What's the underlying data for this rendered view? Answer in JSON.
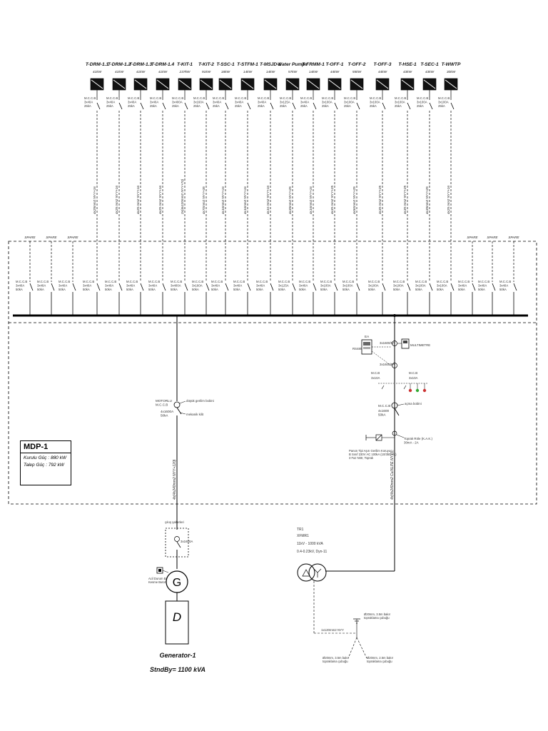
{
  "feeders": [
    {
      "name": "T-DRM-1.1",
      "power": "41kW",
      "breaker_type": "M.C.C.B",
      "breaker_rating": "3x40A\n25kA",
      "cable": "4x25mm2 NYY+16"
    },
    {
      "name": "T-DRM-1.2",
      "power": "41kW",
      "breaker_type": "M.C.C.B",
      "breaker_rating": "3x40A\n25kA",
      "cable": "4x25 mm2 NYY+16"
    },
    {
      "name": "T-DRM-1.3",
      "power": "41kW",
      "breaker_type": "M.C.C.B",
      "breaker_rating": "3x40A\n25kA",
      "cable": "4x25 mm2 NYY+16"
    },
    {
      "name": "T-DRM-1.4",
      "power": "41kW",
      "breaker_type": "M.C.C.B",
      "breaker_rating": "3x40A\n25kA",
      "cable": "4x25 mm2 NYY+16"
    },
    {
      "name": "T-KIT-1",
      "power": "237kW",
      "breaker_type": "M.C.C.B",
      "breaker_rating": "3x400A\n25kA",
      "cable": "2x(4x120mm2 NYY+70)"
    },
    {
      "name": "T-KIT-2",
      "power": "91kW",
      "breaker_type": "M.C.C.B",
      "breaker_rating": "3x160A\n25kA",
      "cable": "4x70mm2 NYY+35"
    },
    {
      "name": "T-SSC-1",
      "power": "18kW",
      "breaker_type": "M.C.C.B",
      "breaker_rating": "3x40A\n25kA",
      "cable": "4x16mm2 NYY+16"
    },
    {
      "name": "T-STFM-1",
      "power": "14kW",
      "breaker_type": "M.C.C.B",
      "breaker_rating": "3x40A\n25kA",
      "cable": "4x16mm2 NYY+16"
    },
    {
      "name": "T-MSJD-1",
      "power": "14kW",
      "breaker_type": "M.C.C.B",
      "breaker_rating": "3x40A\n25kA",
      "cable": "4x16 mm2 NYY+16"
    },
    {
      "name": "Water Pumps",
      "power": "57kW",
      "breaker_type": "M.C.C.B",
      "breaker_rating": "3x125A\n25kA",
      "cable": "4x35mm2 NYY+25"
    },
    {
      "name": "T-FRMM-1",
      "power": "14kW",
      "breaker_type": "M.C.C.B",
      "breaker_rating": "3x40A\n25kA",
      "cable": "4x16mm2 NYY+16"
    },
    {
      "name": "T-OFF-1",
      "power": "44kW",
      "breaker_type": "M.C.C.B",
      "breaker_rating": "3x100A\n25kA",
      "cable": "4x35 mm2 NYY+25"
    },
    {
      "name": "T-OFF-2",
      "power": "55kW",
      "breaker_type": "M.C.C.B",
      "breaker_rating": "3x100A\n25kA",
      "cable": "4x50mm2 NYY+25"
    },
    {
      "name": "T-OFF-3",
      "power": "44kW",
      "breaker_type": "M.C.C.B",
      "breaker_rating": "3x100A\n25kA",
      "cable": "4x35 mm2 NYY+25"
    },
    {
      "name": "T-HSE-1",
      "power": "43kW",
      "breaker_type": "M.C.C.B",
      "breaker_rating": "3x100A\n25kA",
      "cable": "4x35 mm2 NYY+25"
    },
    {
      "name": "T-SEC-1",
      "power": "43kW",
      "breaker_type": "M.C.C.B",
      "breaker_rating": "3x100A\n25kA",
      "cable": "4x35mm2 NYY+25"
    },
    {
      "name": "T-WWTP",
      "power": "30kW",
      "breaker_type": "M.C.C.B",
      "breaker_rating": "3x100A\n25kA",
      "cable": "4x25 mm2 NYY+16"
    }
  ],
  "panel_breakers": [
    {
      "type": "M.C.C.B",
      "rating": "3x40A\n50kA"
    },
    {
      "type": "M.C.C.B",
      "rating": "3x40A\n50kA"
    },
    {
      "type": "M.C.C.B",
      "rating": "3x40A\n50kA"
    },
    {
      "type": "M.C.C.B",
      "rating": "3x40A\n50kA"
    },
    {
      "type": "M.C.C.B",
      "rating": "3x40A\n50kA"
    },
    {
      "type": "M.C.C.B",
      "rating": "3x40A\n50kA"
    },
    {
      "type": "M.C.C.B",
      "rating": "3x40A\n50kA"
    },
    {
      "type": "M.C.C.B",
      "rating": "3x400A\n50kA"
    },
    {
      "type": "M.C.C.B",
      "rating": "3x160A\n50kA"
    },
    {
      "type": "M.C.C.B",
      "rating": "3x40A\n50kA"
    },
    {
      "type": "M.C.C.B",
      "rating": "3x40A\n50kA"
    },
    {
      "type": "M.C.C.B",
      "rating": "3x40A\n50kA"
    },
    {
      "type": "M.C.C.B",
      "rating": "3x125A\n50kA"
    },
    {
      "type": "M.C.C.B",
      "rating": "3x40A\n50kA"
    },
    {
      "type": "M.C.C.B",
      "rating": "3x100A\n50kA"
    },
    {
      "type": "M.C.C.B",
      "rating": "3x100A\n50kA"
    },
    {
      "type": "M.C.C.B",
      "rating": "3x100A\n50kA"
    },
    {
      "type": "M.C.C.B",
      "rating": "3x100A\n50kA"
    },
    {
      "type": "M.C.C.B",
      "rating": "3x100A\n50kA"
    },
    {
      "type": "M.C.C.B",
      "rating": "3x100A\n50kA"
    },
    {
      "type": "M.C.C.B",
      "rating": "3x40A\n50kA"
    },
    {
      "type": "M.C.C.B",
      "rating": "3x40A\n50kA"
    },
    {
      "type": "M.C.C.B",
      "rating": "3x40A\n50kA"
    }
  ],
  "spare_label": "SPARE",
  "panel": {
    "title": "MDP-1",
    "installed_label": "Kurulu Güç",
    "installed_value": ": 880 kW",
    "demand_label": "Talep Güç",
    "demand_value": ": 792 kW"
  },
  "generator_feed": {
    "breaker_type": "MOTORLU\nM.C.C.B",
    "breaker_rating": "4x1600A\n50kA",
    "note1": "düşük gerilim bobini",
    "note2": "mekanik kilit",
    "cable": "4x(4x240mm2 NYY+120)",
    "gen_breaker_note": "çıkış şalterleri",
    "gen_breaker_rating": "3x1600A",
    "stop_button_label": "Acil Durum Emerji\nKesme Butonu",
    "gen_letter": "G",
    "engine_letter": "D",
    "name": "Generator-1",
    "standby": "StndBy= 1100 kVA"
  },
  "transformer_feed": {
    "analyzer_label": "EA",
    "analyzer_port": "RS485",
    "meter_rating": "3x1600/5A",
    "multimeter": "MULTIMETRE",
    "ct_rating": "3x1600/5A",
    "mcb1_type": "M.C.B",
    "mcb1_rating": "3x10A",
    "mcb2_type": "M.C.B",
    "mcb2_rating": "3x10A",
    "main_breaker_type": "M.C.C.B",
    "main_breaker_rating": "4x1600\n50kA",
    "coil_note": "açma bobini",
    "relay_note": "Toprak Röle (K.A.K.)\n30mA - 2A",
    "protection_note": "Panon Tipi Aşırı Gerilim Koruyucu\nB Sınıf 230V AC 100kA (10/350 ms)\n3 Faz Nötr, Toprak",
    "cable": "4x(4x240mm2 Cu/XLPE NYY)",
    "tr_name": "TR1",
    "tr_type": "XFMR1",
    "tr_rating": "11kV - 1000 kVA",
    "tr_vector": "0.4-0.23kV, Dyn-11",
    "earth_cable": "1x120mm2 NYY",
    "earth_note1": "Ø20mm, 3.5m bakır\ntopraklama çubuğu",
    "earth_note2": "Ø20mm, 3.5m bakır\ntopraklama çubuğu",
    "earth_note3": "Ø20mm, 2.5m bakır\ntopraklama çubuğu"
  }
}
